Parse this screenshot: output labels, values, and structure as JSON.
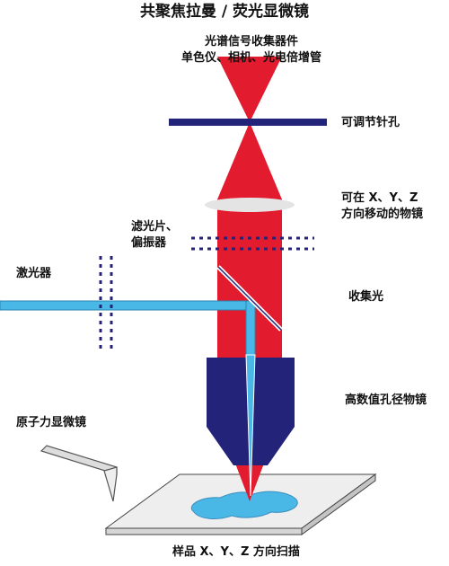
{
  "title": "共聚焦拉曼 / 荧光显微镜",
  "detector": {
    "line1": "光谱信号收集器件",
    "line2": "单色仪、相机、光电倍增管"
  },
  "labels": {
    "pinhole": "可调节针孔",
    "movable_lens_line1": "可在 X、Y、Z",
    "movable_lens_line2": "方向移动的物镜",
    "filter_line1": "滤光片、",
    "filter_line2": "偏振器",
    "laser": "激光器",
    "collected_light": "收集光",
    "objective": "高数值孔径物镜",
    "afm": "原子力显微镜",
    "sample_scan": "样品 X、Y、Z 方向扫描"
  },
  "colors": {
    "beam_red": "#e31b2e",
    "laser_blue": "#4ab8e6",
    "navy": "#23237a",
    "stage_gray": "#eeeeee",
    "lens_gray": "#e4e4e4"
  }
}
